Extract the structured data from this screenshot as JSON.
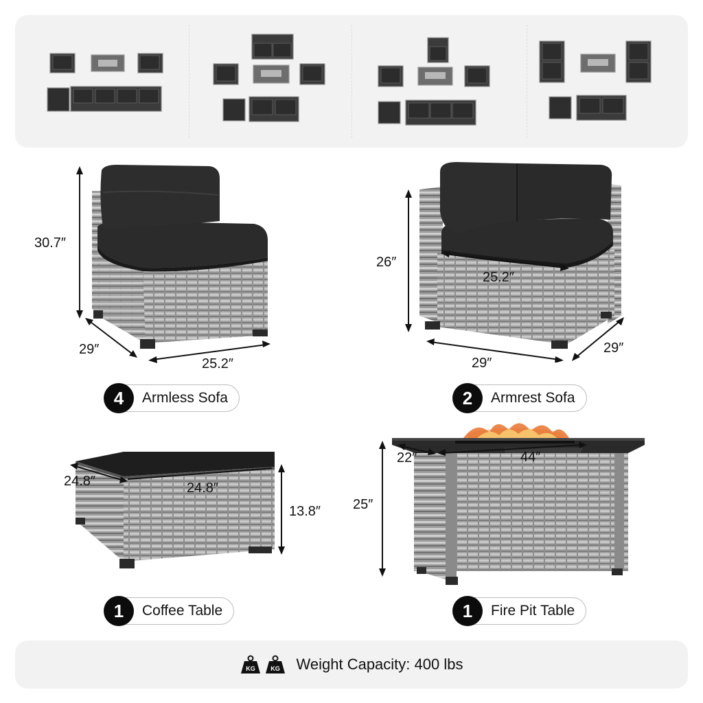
{
  "labels": {
    "armless": {
      "qty": "4",
      "name": "Armless Sofa"
    },
    "armrest": {
      "qty": "2",
      "name": "Armrest Sofa"
    },
    "coffee": {
      "qty": "1",
      "name": "Coffee Table"
    },
    "firepit": {
      "qty": "1",
      "name": "Fire Pit Table"
    }
  },
  "dimensions": {
    "armless": {
      "height": "30.7″",
      "depth": "29″",
      "width": "25.2″"
    },
    "armrest": {
      "height": "26″",
      "seat_width": "25.2″",
      "width": "29″",
      "depth": "29″"
    },
    "coffee": {
      "depth": "24.8″",
      "width": "24.8″",
      "height": "13.8″"
    },
    "firepit": {
      "depth": "22″",
      "width": "44″",
      "height": "25″"
    }
  },
  "footer": {
    "icon_text": "KG",
    "weight_capacity": "Weight Capacity: 400 lbs"
  },
  "colors": {
    "cushion": "#2b2b2b",
    "wicker": "#9a9a9a",
    "badge": "#0c0c0c",
    "panel": "#f2f2f2"
  }
}
